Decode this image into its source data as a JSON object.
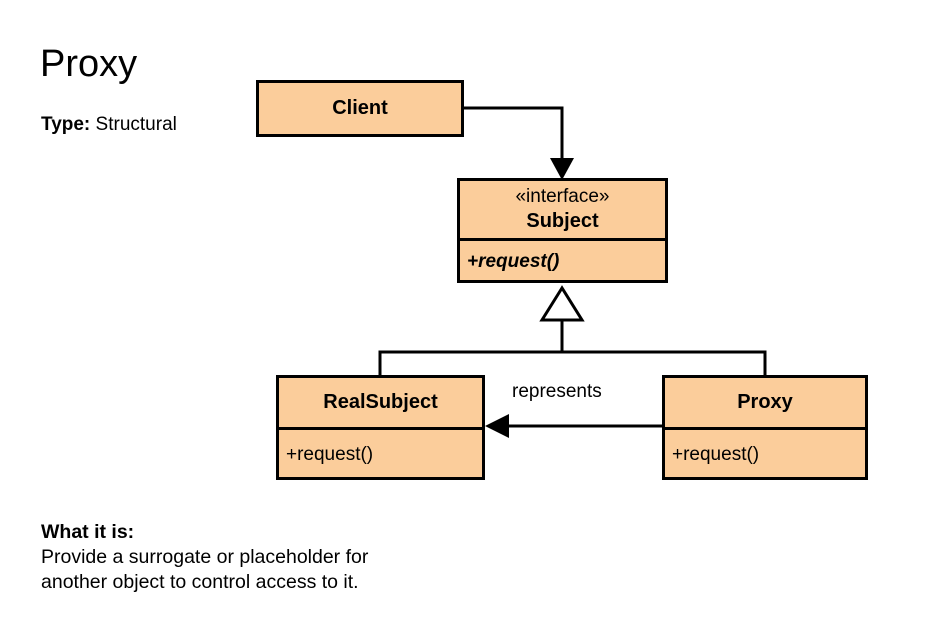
{
  "page": {
    "title": "Proxy",
    "type_label": "Type:",
    "type_value": "Structural",
    "what_heading": "What it is:",
    "what_line1": "Provide a surrogate or placeholder for",
    "what_line2": "another object to control access to it."
  },
  "colors": {
    "box_fill": "#fbcd9b",
    "box_border": "#000000",
    "background": "#ffffff",
    "text": "#000000"
  },
  "diagram": {
    "type": "uml-class-diagram",
    "classes": [
      {
        "id": "client",
        "stereotype": "",
        "name": "Client",
        "operations": []
      },
      {
        "id": "subject",
        "stereotype": "«interface»",
        "name": "Subject",
        "operations": [
          "+request()"
        ]
      },
      {
        "id": "realsubject",
        "stereotype": "",
        "name": "RealSubject",
        "operations": [
          "+request()"
        ]
      },
      {
        "id": "proxy",
        "stereotype": "",
        "name": "Proxy",
        "operations": [
          "+request()"
        ]
      }
    ],
    "relationships": [
      {
        "from": "client",
        "to": "subject",
        "kind": "association-directed",
        "label": ""
      },
      {
        "from": "realsubject",
        "to": "subject",
        "kind": "generalization",
        "label": ""
      },
      {
        "from": "proxy",
        "to": "subject",
        "kind": "generalization",
        "label": ""
      },
      {
        "from": "proxy",
        "to": "realsubject",
        "kind": "association-directed",
        "label": "represents"
      }
    ]
  }
}
